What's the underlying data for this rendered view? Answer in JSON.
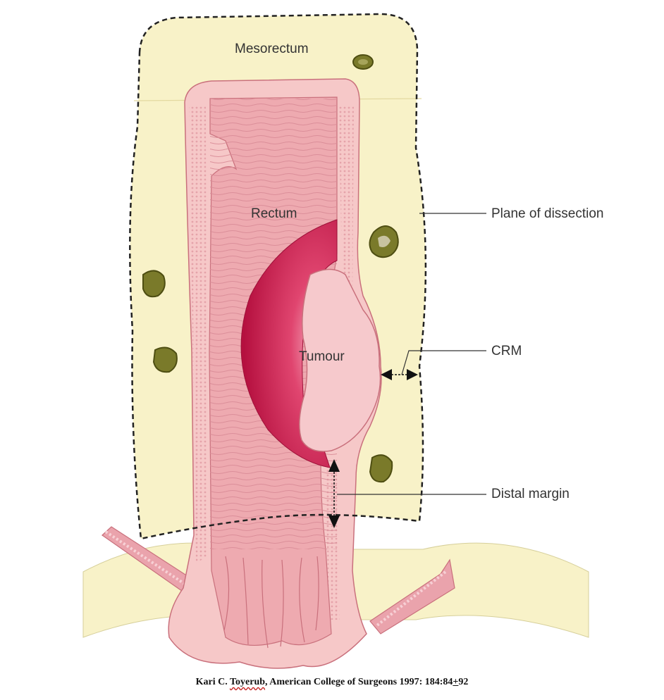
{
  "labels": {
    "mesorectum": "Mesorectum",
    "rectum": "Rectum",
    "tumour": "Tumour",
    "plane_of_dissection": "Plane of dissection",
    "crm": "CRM",
    "distal_margin": "Distal margin"
  },
  "citation": {
    "author_pre": "Kari C. ",
    "author_underlined": "Toyerub",
    "rest": ", American College of Surgeons 1997: 184:84",
    "pm": "+",
    "end": "92"
  },
  "colors": {
    "mesorectal_fat": "#f8f2c8",
    "rectal_wall": "#f6c8c8",
    "mucosa": "#eeaab0",
    "tumour_crimson": "#c9184f",
    "tumour_surface": "#f6c9cc",
    "lymph_node": "#7a7a2a",
    "dissection_line": "#222222"
  }
}
